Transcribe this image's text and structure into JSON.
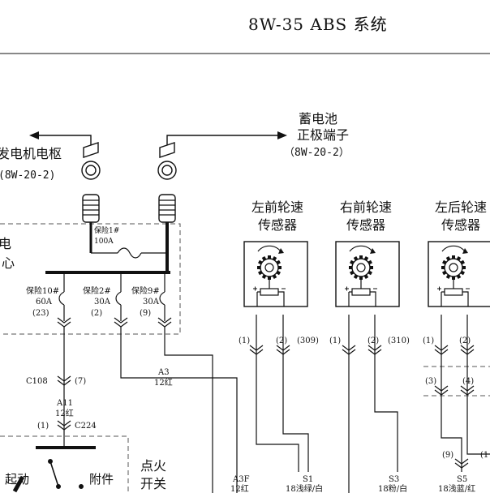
{
  "header": {
    "title": "8W-35  ABS 系统"
  },
  "battery": {
    "line1": "蓄电池",
    "line2": "正极端子",
    "ref": "（8W-20-2）"
  },
  "generator": {
    "label": "发电机电枢",
    "ref": "(8W-20-2)"
  },
  "pdc": {
    "line1": "电",
    "line2": "心"
  },
  "fuses": {
    "fuse1": {
      "name": "保险1#",
      "rating": "100A"
    },
    "fuse10": {
      "name": "保险10#",
      "rating": "60A",
      "cavity": "(23)"
    },
    "fuse2": {
      "name": "保险2#",
      "rating": "30A",
      "cavity": "(2)"
    },
    "fuse9": {
      "name": "保险9#",
      "rating": "30A",
      "cavity": "(9)"
    }
  },
  "sensors": {
    "lf": {
      "line1": "左前轮速",
      "line2": "传感器"
    },
    "rf": {
      "line1": "右前轮速",
      "line2": "传感器"
    },
    "lr": {
      "line1": "左后轮速",
      "line2": "传感器"
    }
  },
  "pins": {
    "lf_1": "(1)",
    "lf_2": "(2)",
    "c309": "(309)",
    "rf_1": "(1)",
    "rf_2": "(2)",
    "c310": "(310)",
    "lr_1": "(1)",
    "lr_2": "(2)",
    "lr_3": "(3)",
    "lr_4": "(4)",
    "lr_9": "(9)",
    "lr_more": "(1"
  },
  "wires": {
    "c108": "C108",
    "c108_pin": "(7)",
    "a11": "A11",
    "a11_color": "12红",
    "c224_pin": "(1)",
    "c224": "C224",
    "a3": "A3",
    "a3_color": "12红",
    "a3f": "A3F",
    "a3f_color": "12红",
    "s1": "S1",
    "s1_color": "18浅绿/白",
    "s3": "S3",
    "s3_color": "18粉/白",
    "s5": "S5",
    "s5_color": "18浅蓝/红"
  },
  "ignition": {
    "line1": "点火",
    "line2": "开关",
    "start": "起动",
    "acc": "附件"
  }
}
